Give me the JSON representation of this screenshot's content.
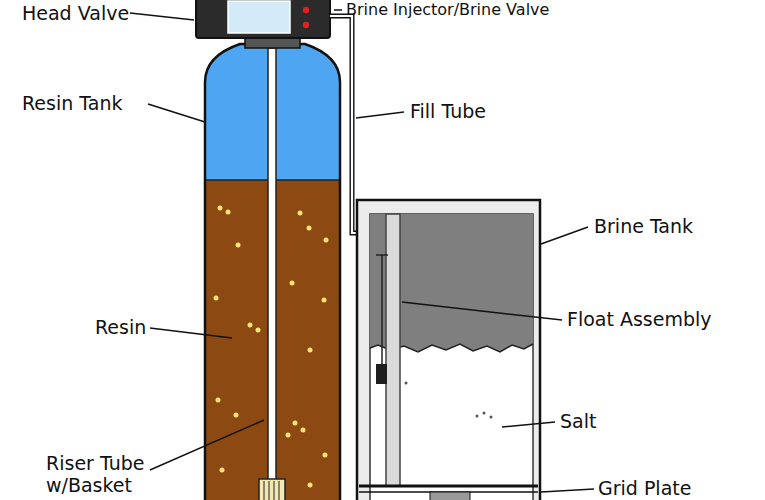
{
  "diagram": {
    "labels": [
      "Brine Injector/Brine Valve",
      "Head Valve",
      "Resin Tank",
      "Fill Tube",
      "Brine Tank",
      "Float Assembly",
      "Resin",
      "Salt",
      "Riser Tube w/Basket",
      "Grid Plate"
    ]
  }
}
